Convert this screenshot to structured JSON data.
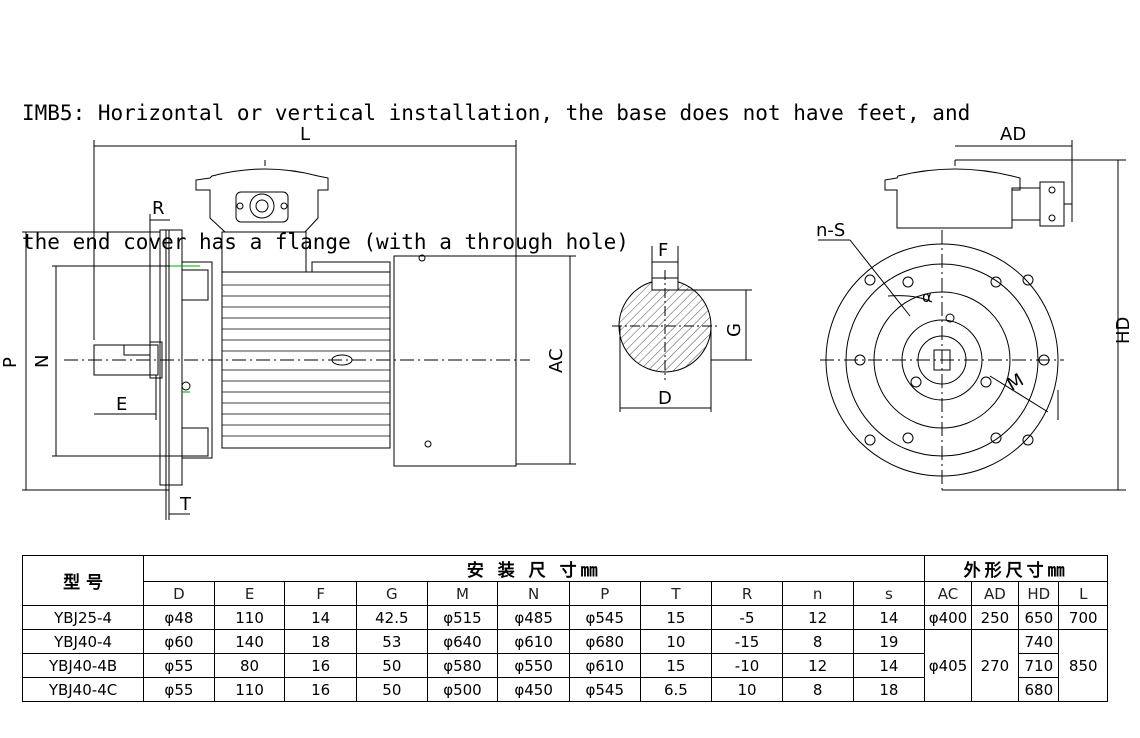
{
  "heading": {
    "line1": "IMB5: Horizontal or vertical installation, the base does not have feet, and",
    "line2": "the end cover has a flange (with a through hole)"
  },
  "drawing_labels": {
    "L": "L",
    "R": "R",
    "P": "P",
    "N": "N",
    "E": "E",
    "T": "T",
    "AC": "AC",
    "F": "F",
    "G": "G",
    "D": "D",
    "AD": "AD",
    "nS": "n-S",
    "alpha": "α",
    "M": "M",
    "HD": "HD"
  },
  "table": {
    "model_header": "型 号",
    "install_header": "安 装 尺 寸㎜",
    "outline_header": "外形尺寸㎜",
    "columns": [
      "D",
      "E",
      "F",
      "G",
      "M",
      "N",
      "P",
      "T",
      "R",
      "n",
      "s",
      "AC",
      "AD",
      "HD",
      "L"
    ],
    "rows": [
      {
        "model": "YBJ25-4",
        "D": "φ48",
        "E": "110",
        "F": "14",
        "G": "42.5",
        "M": "φ515",
        "N": "φ485",
        "P": "φ545",
        "T": "15",
        "R": "-5",
        "n": "12",
        "s": "14",
        "AC": "φ400",
        "AD": "250",
        "HD": "650",
        "L": "700"
      },
      {
        "model": "YBJ40-4",
        "D": "φ60",
        "E": "140",
        "F": "18",
        "G": "53",
        "M": "φ640",
        "N": "φ610",
        "P": "φ680",
        "T": "10",
        "R": "-15",
        "n": "8",
        "s": "19",
        "HD": "740"
      },
      {
        "model": "YBJ40-4B",
        "D": "φ55",
        "E": "80",
        "F": "16",
        "G": "50",
        "M": "φ580",
        "N": "φ550",
        "P": "φ610",
        "T": "15",
        "R": "-10",
        "n": "12",
        "s": "14",
        "HD": "710"
      },
      {
        "model": "YBJ40-4C",
        "D": "φ55",
        "E": "110",
        "F": "16",
        "G": "50",
        "M": "φ500",
        "N": "φ450",
        "P": "φ545",
        "T": "6.5",
        "R": "10",
        "n": "8",
        "s": "18",
        "HD": "680"
      }
    ],
    "merged": {
      "AC": "φ405",
      "AD": "270",
      "L": "850"
    }
  },
  "colors": {
    "line": "#000000",
    "accent_green": "#00aa00"
  }
}
